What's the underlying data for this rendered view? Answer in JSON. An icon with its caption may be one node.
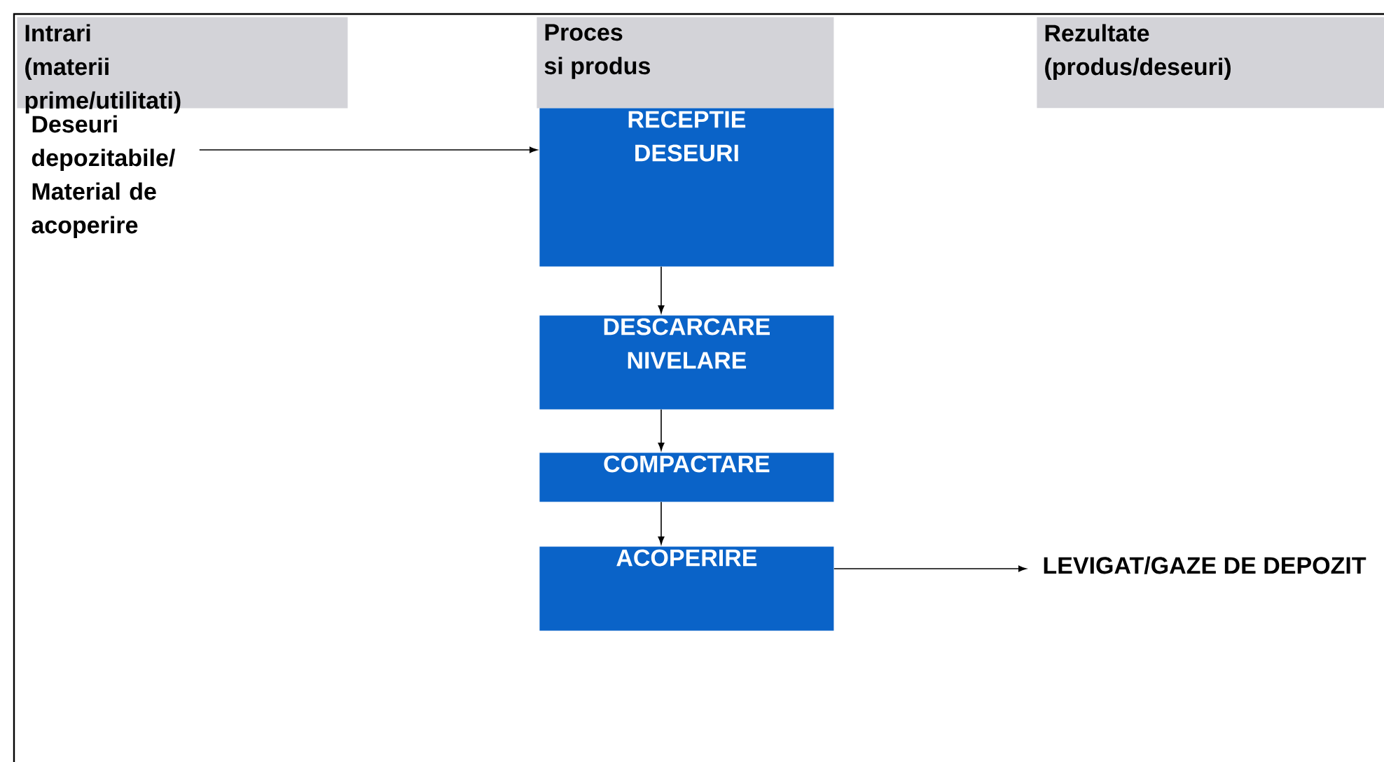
{
  "diagram": {
    "nodes": [
      {
        "text": [
          "Intrari (materii prime/utilitati)"
        ]
      },
      {
        "text": [
          "Proces si produs"
        ]
      },
      {
        "text": [
          "Rezultate (produs/deseuri)"
        ]
      },
      {
        "text": [
          "Deseuri depozitabile/ Material de acoperire"
        ]
      },
      {
        "text": [
          "RECEPTIE DESEURI"
        ]
      },
      {
        "text": [
          "DESCARCARE NIVELARE"
        ]
      },
      {
        "text": [
          "COMPACTARE"
        ]
      },
      {
        "text": [
          "ACOPERIRE"
        ]
      },
      {
        "text": [
          "LEVIGAT/GAZE DE DEPOZIT"
        ]
      }
    ],
    "edges": [
      {
        "from": 3,
        "to": 4,
        "arrow": "to"
      },
      {
        "from": 4,
        "to": 5,
        "arrow": "to"
      },
      {
        "from": 5,
        "to": 6,
        "arrow": "to"
      },
      {
        "from": 6,
        "to": 7,
        "arrow": "to"
      },
      {
        "from": 7,
        "to": 8,
        "arrow": "to"
      }
    ]
  }
}
